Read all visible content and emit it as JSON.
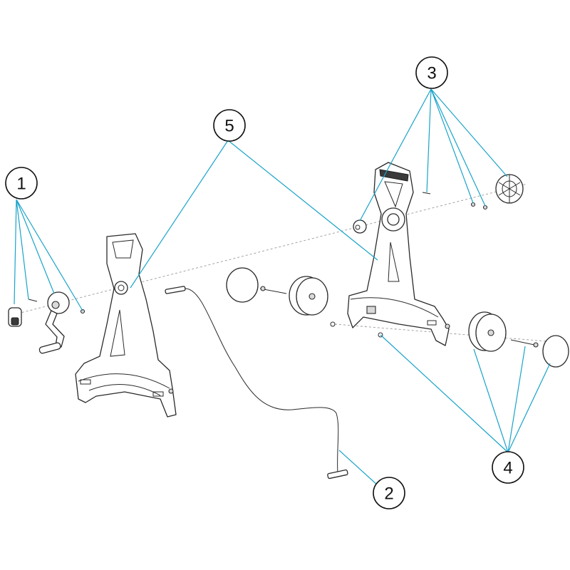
{
  "callouts": [
    {
      "id": "1",
      "label": "1"
    },
    {
      "id": "2",
      "label": "2"
    },
    {
      "id": "3",
      "label": "3"
    },
    {
      "id": "4",
      "label": "4"
    },
    {
      "id": "5",
      "label": "5"
    }
  ],
  "colors": {
    "leader": "#1aa3c9",
    "outline": "#2a2a2a",
    "background": "#ffffff"
  }
}
